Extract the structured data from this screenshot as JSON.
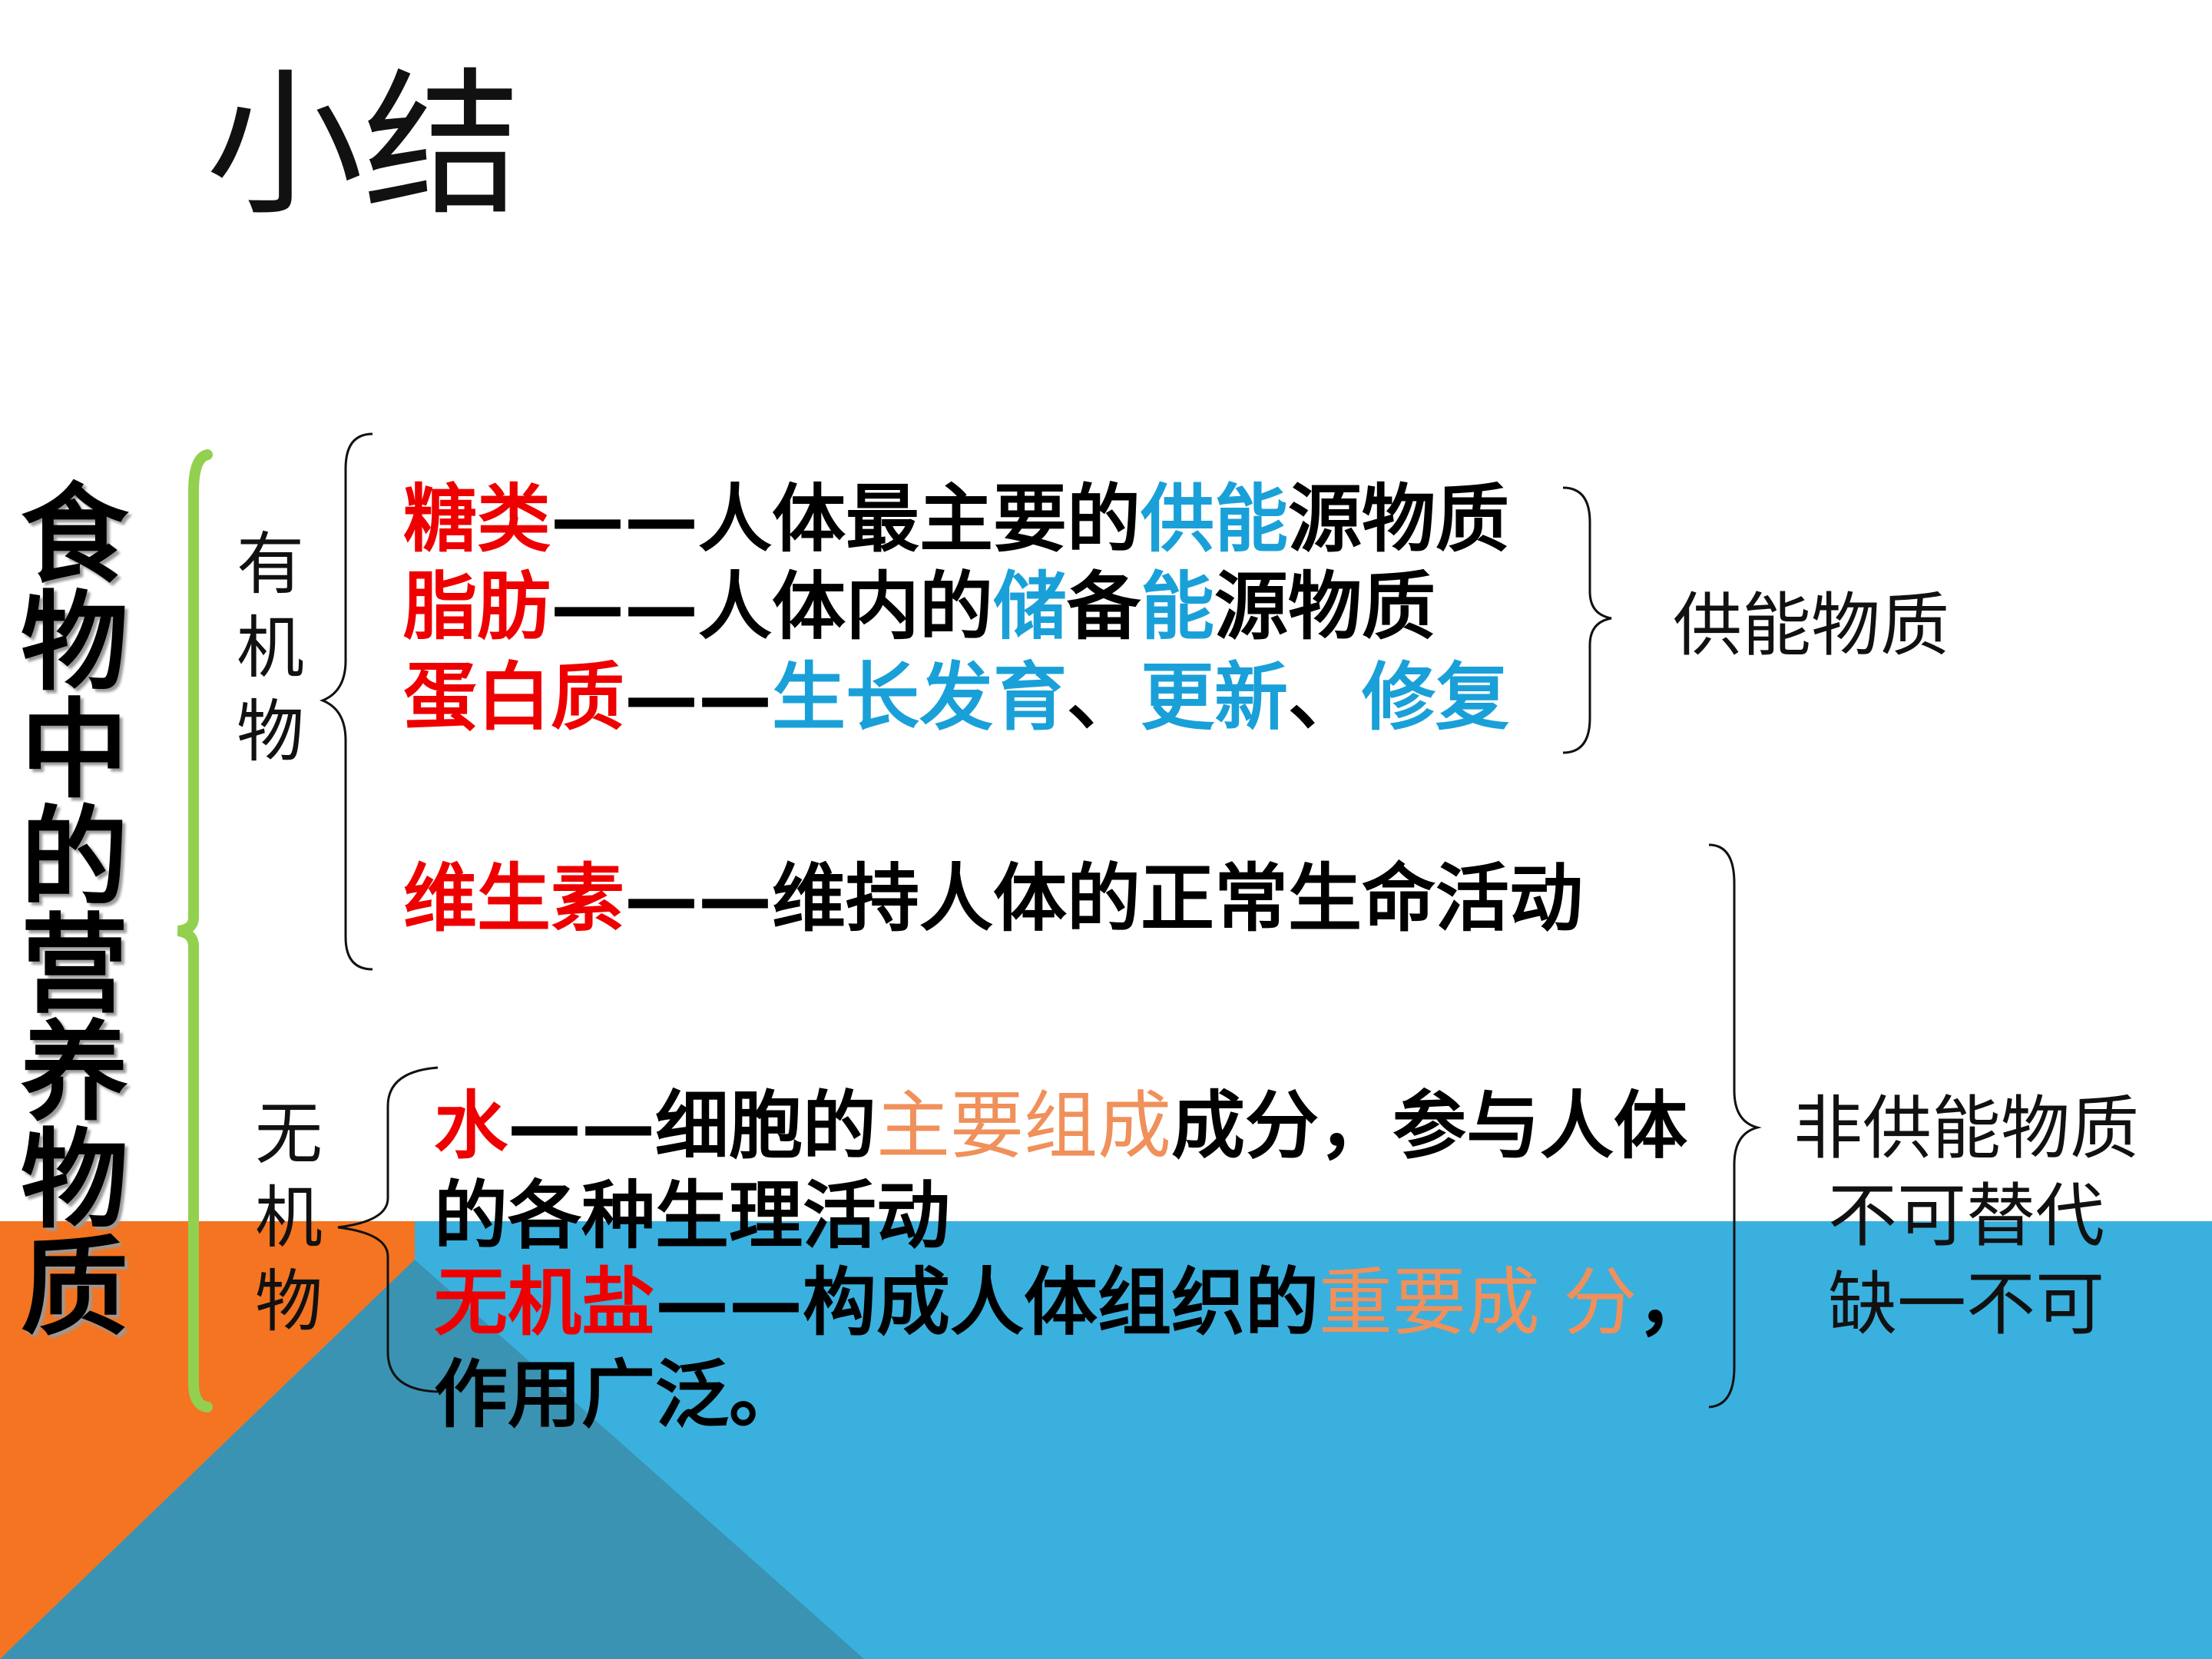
{
  "title": "小结",
  "vertical_label": [
    "食",
    "物",
    "中",
    "的",
    "营",
    "养",
    "物",
    "质"
  ],
  "organic": [
    "有",
    "机",
    "物"
  ],
  "inorganic": [
    "无",
    "机",
    "物"
  ],
  "lines": {
    "sugar": {
      "name": "糖类",
      "dash": "——",
      "a": "人体最主要的",
      "b": "供能",
      "c": "源物质"
    },
    "fat": {
      "name": "脂肪",
      "dash": "——",
      "a": "人体内的",
      "b": "储",
      "c": "备",
      "d": "能",
      "e": "源物质"
    },
    "protein": {
      "name": "蛋白质",
      "dash": "——",
      "a": "生长发育",
      "sep1": "、",
      "b": "更新",
      "sep2": "、",
      "c": "修复"
    },
    "vitamin": {
      "name": "维生素",
      "dash": "——",
      "a": "维持人体的正常生命活动"
    },
    "water": {
      "name": "水",
      "dash": "——",
      "a": "细胞的",
      "b": "主要组成",
      "c": "成分，参与人体",
      "line2": "的各种生理活动"
    },
    "salt": {
      "name": "无机盐",
      "dash": "——",
      "a": "构成人体组织的",
      "b": "重要成 分",
      "c": "，",
      "line2": "作用广泛。"
    }
  },
  "energy_label": "供能物质",
  "non_energy": [
    "非供能物质",
    "不可替代",
    "缺一不可"
  ],
  "colors": {
    "red": "#ee0000",
    "blue": "#1aa0d8",
    "orange_accent": "#f0905a",
    "green_bar": "#92d050",
    "bg_orange": "#f47421",
    "bg_blue": "#3ab0de",
    "bg_teal": "#3a93b3"
  }
}
